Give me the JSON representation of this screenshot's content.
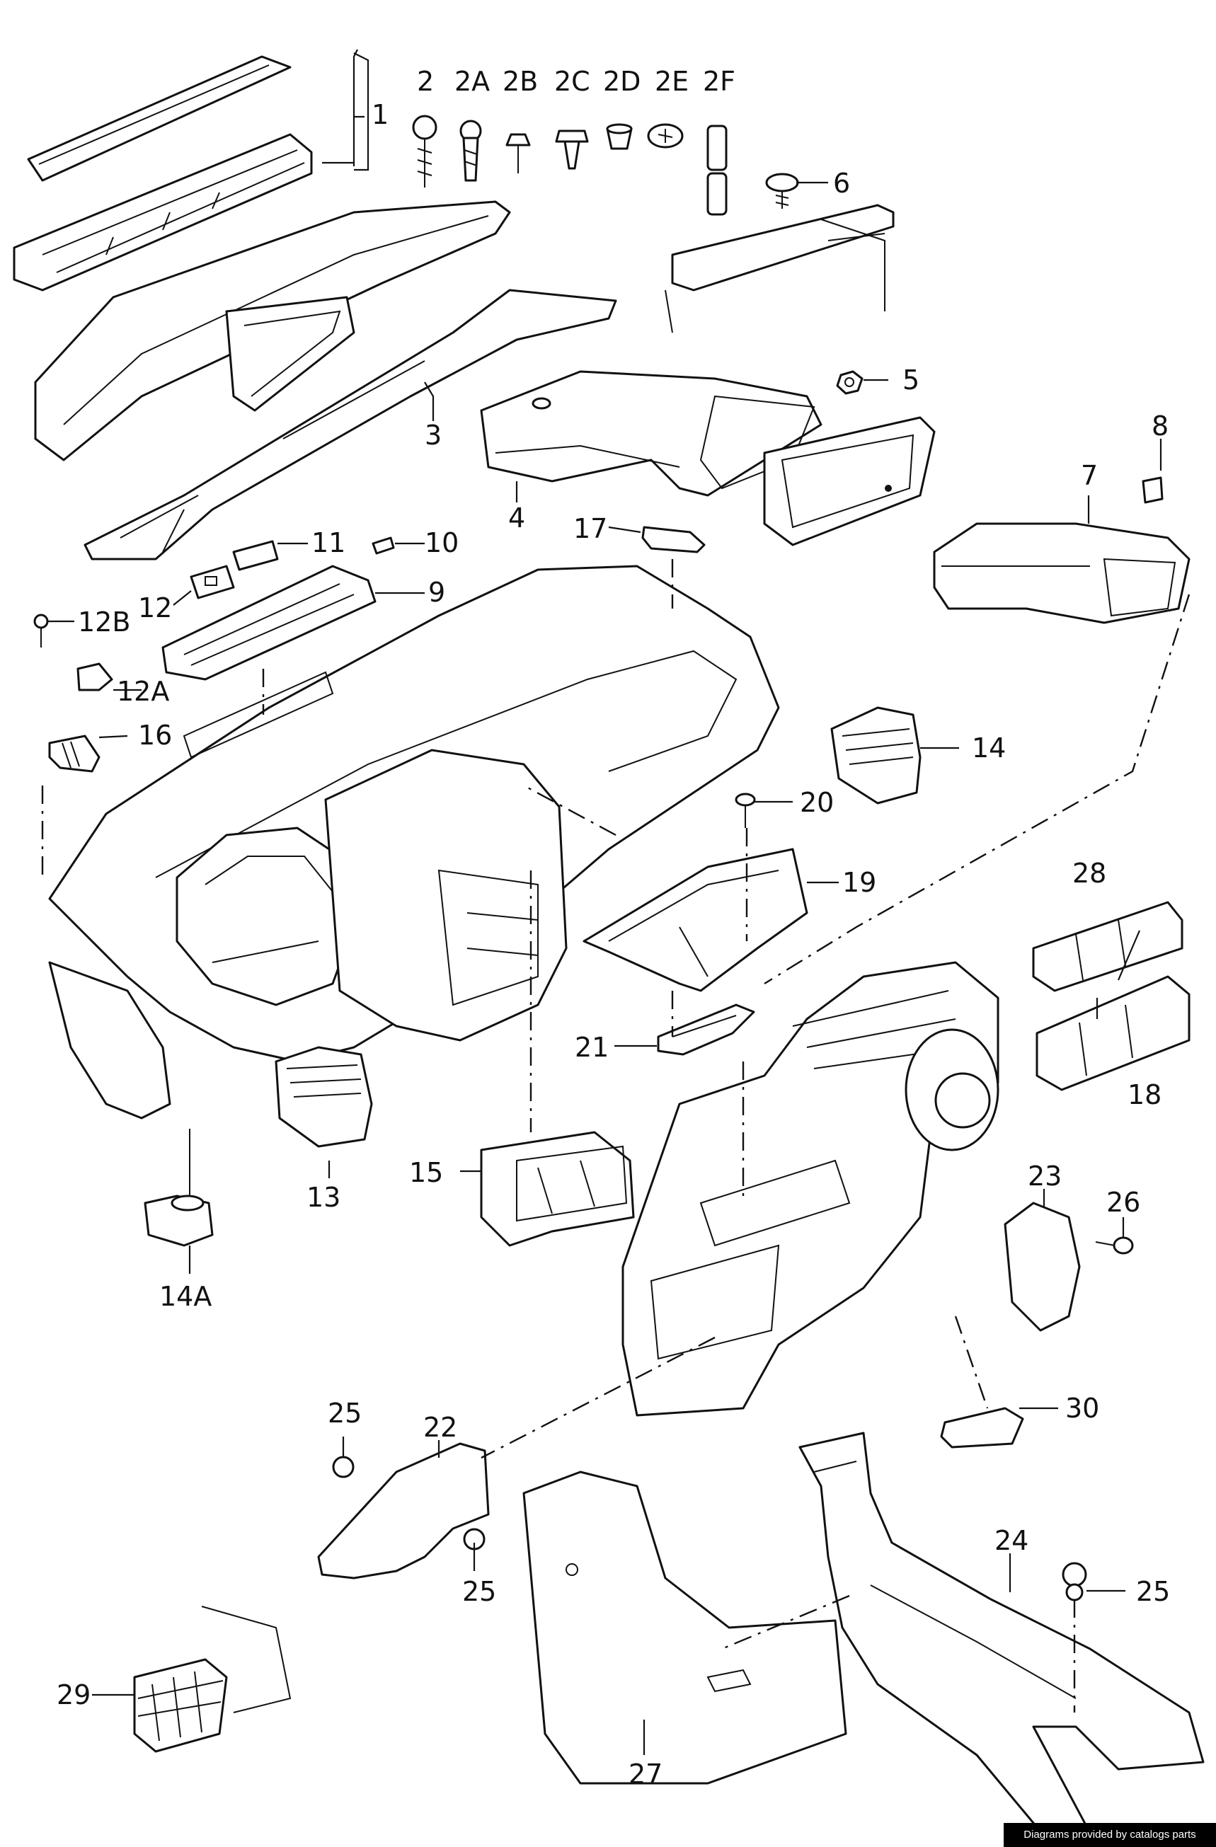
{
  "diagram": {
    "callouts": [
      {
        "id": "1",
        "label": "1"
      },
      {
        "id": "2",
        "label": "2"
      },
      {
        "id": "2A",
        "label": "2A"
      },
      {
        "id": "2B",
        "label": "2B"
      },
      {
        "id": "2C",
        "label": "2C"
      },
      {
        "id": "2D",
        "label": "2D"
      },
      {
        "id": "2E",
        "label": "2E"
      },
      {
        "id": "2F",
        "label": "2F"
      },
      {
        "id": "3",
        "label": "3"
      },
      {
        "id": "4",
        "label": "4"
      },
      {
        "id": "5",
        "label": "5"
      },
      {
        "id": "6",
        "label": "6"
      },
      {
        "id": "7",
        "label": "7"
      },
      {
        "id": "8",
        "label": "8"
      },
      {
        "id": "9",
        "label": "9"
      },
      {
        "id": "10",
        "label": "10"
      },
      {
        "id": "11",
        "label": "11"
      },
      {
        "id": "12",
        "label": "12"
      },
      {
        "id": "12A",
        "label": "12A"
      },
      {
        "id": "12B",
        "label": "12B"
      },
      {
        "id": "13",
        "label": "13"
      },
      {
        "id": "14",
        "label": "14"
      },
      {
        "id": "14A",
        "label": "14A"
      },
      {
        "id": "15",
        "label": "15"
      },
      {
        "id": "16",
        "label": "16"
      },
      {
        "id": "17",
        "label": "17"
      },
      {
        "id": "18",
        "label": "18"
      },
      {
        "id": "19",
        "label": "19"
      },
      {
        "id": "20",
        "label": "20"
      },
      {
        "id": "21",
        "label": "21"
      },
      {
        "id": "22",
        "label": "22"
      },
      {
        "id": "23",
        "label": "23"
      },
      {
        "id": "24",
        "label": "24"
      },
      {
        "id": "25a",
        "label": "25"
      },
      {
        "id": "25b",
        "label": "25"
      },
      {
        "id": "25c",
        "label": "25"
      },
      {
        "id": "26",
        "label": "26"
      },
      {
        "id": "27",
        "label": "27"
      },
      {
        "id": "28",
        "label": "28"
      },
      {
        "id": "29",
        "label": "29"
      },
      {
        "id": "30",
        "label": "30"
      }
    ]
  },
  "footer": {
    "credit": "Diagrams provided by catalogs parts"
  }
}
